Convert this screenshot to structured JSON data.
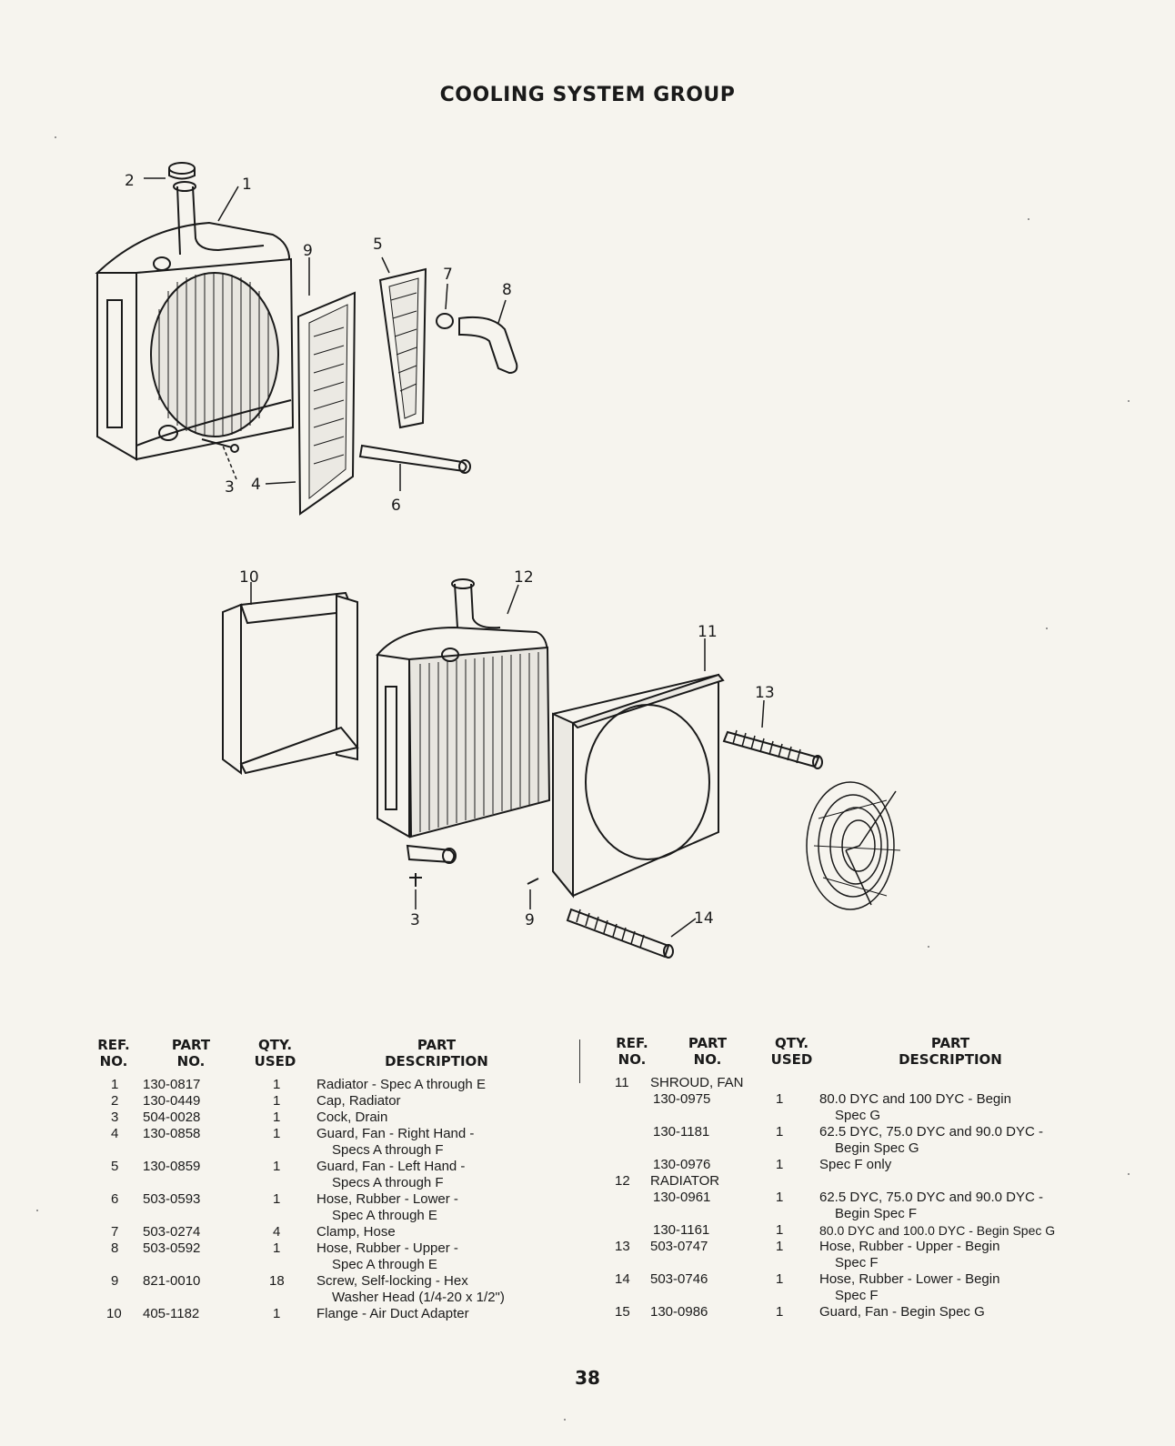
{
  "page": {
    "title": "COOLING SYSTEM GROUP",
    "page_number": "38"
  },
  "diagram": {
    "callouts_upper": [
      "2",
      "1",
      "9",
      "5",
      "7",
      "8",
      "3",
      "4",
      "6"
    ],
    "callouts_lower": [
      "10",
      "12",
      "11",
      "13",
      "3",
      "9",
      "14"
    ]
  },
  "table": {
    "left": {
      "headers": {
        "ref": [
          "REF.",
          "NO."
        ],
        "part": [
          "PART",
          "NO."
        ],
        "qty": [
          "QTY.",
          "USED"
        ],
        "desc": [
          "PART",
          "DESCRIPTION"
        ]
      },
      "rows": [
        {
          "ref": "1",
          "part": "130-0817",
          "qty": "1",
          "desc": [
            "Radiator - Spec A through E"
          ]
        },
        {
          "ref": "2",
          "part": "130-0449",
          "qty": "1",
          "desc": [
            "Cap, Radiator"
          ]
        },
        {
          "ref": "3",
          "part": "504-0028",
          "qty": "1",
          "desc": [
            "Cock, Drain"
          ]
        },
        {
          "ref": "4",
          "part": "130-0858",
          "qty": "1",
          "desc": [
            "Guard, Fan - Right Hand -",
            "Specs A through F"
          ]
        },
        {
          "ref": "5",
          "part": "130-0859",
          "qty": "1",
          "desc": [
            "Guard, Fan - Left Hand -",
            "Specs A through F"
          ]
        },
        {
          "ref": "6",
          "part": "503-0593",
          "qty": "1",
          "desc": [
            "Hose, Rubber - Lower -",
            "Spec A through E"
          ]
        },
        {
          "ref": "7",
          "part": "503-0274",
          "qty": "4",
          "desc": [
            "Clamp, Hose"
          ]
        },
        {
          "ref": "8",
          "part": "503-0592",
          "qty": "1",
          "desc": [
            "Hose, Rubber - Upper -",
            "Spec A through E"
          ]
        },
        {
          "ref": "9",
          "part": "821-0010",
          "qty": "18",
          "desc": [
            "Screw, Self-locking - Hex",
            "Washer Head (1/4-20 x 1/2\")"
          ]
        },
        {
          "ref": "10",
          "part": "405-1182",
          "qty": "1",
          "desc": [
            "Flange - Air Duct Adapter"
          ]
        }
      ]
    },
    "right": {
      "headers": {
        "ref": [
          "REF.",
          "NO."
        ],
        "part": [
          "PART",
          "NO."
        ],
        "qty": [
          "QTY.",
          "USED"
        ],
        "desc": [
          "PART",
          "DESCRIPTION"
        ]
      },
      "rows": [
        {
          "ref": "11",
          "part": "SHROUD, FAN",
          "qty": "",
          "desc": []
        },
        {
          "ref": "",
          "part": "130-0975",
          "qty": "1",
          "desc": [
            "80.0 DYC and 100 DYC - Begin",
            "Spec G"
          ]
        },
        {
          "ref": "",
          "part": "130-1181",
          "qty": "1",
          "desc": [
            "62.5 DYC, 75.0 DYC and 90.0 DYC -",
            "Begin Spec G"
          ]
        },
        {
          "ref": "",
          "part": "130-0976",
          "qty": "1",
          "desc": [
            "Spec F only"
          ]
        },
        {
          "ref": "12",
          "part": "RADIATOR",
          "qty": "",
          "desc": []
        },
        {
          "ref": "",
          "part": "130-0961",
          "qty": "1",
          "desc": [
            "62.5 DYC, 75.0 DYC and 90.0 DYC -",
            "Begin Spec F"
          ]
        },
        {
          "ref": "",
          "part": "130-1161",
          "qty": "1",
          "desc": [
            "80.0 DYC and 100.0 DYC - Begin Spec G"
          ]
        },
        {
          "ref": "13",
          "part": "503-0747",
          "qty": "1",
          "desc": [
            "Hose, Rubber - Upper - Begin",
            "Spec F"
          ]
        },
        {
          "ref": "14",
          "part": "503-0746",
          "qty": "1",
          "desc": [
            "Hose, Rubber - Lower - Begin",
            "Spec F"
          ]
        },
        {
          "ref": "15",
          "part": "130-0986",
          "qty": "1",
          "desc": [
            "Guard, Fan - Begin Spec G"
          ]
        }
      ]
    }
  }
}
